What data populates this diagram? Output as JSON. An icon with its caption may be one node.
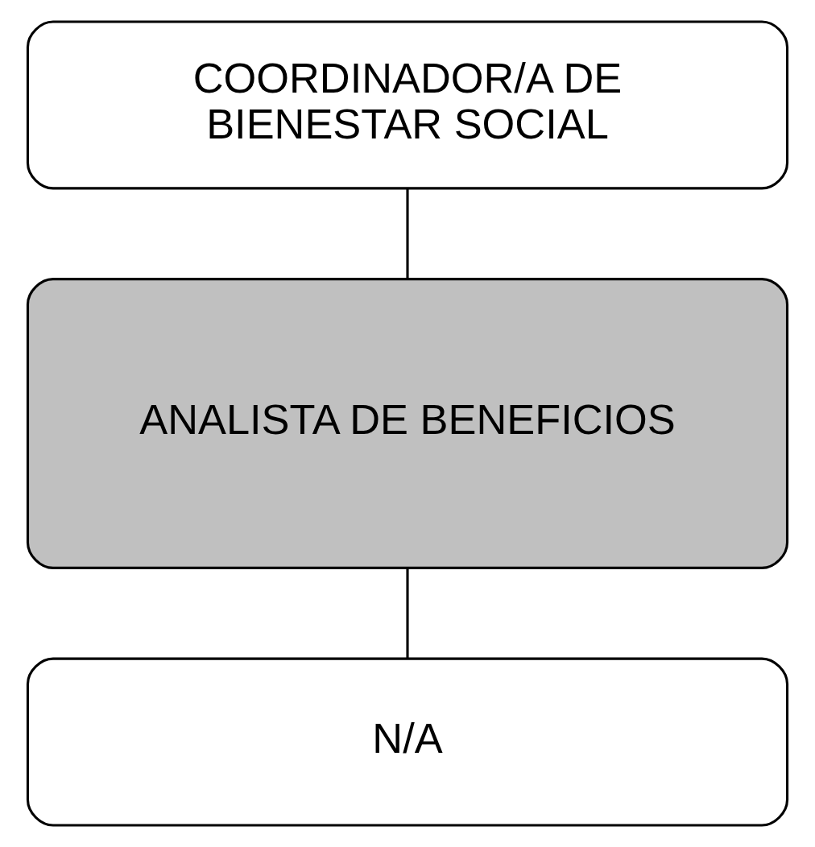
{
  "diagram": {
    "nodes": [
      {
        "text": [
          "COORDINADOR/A DE BIENESTAR SOCIAL"
        ]
      },
      {
        "text": [
          "ANALISTA DE BENEFICIOS"
        ]
      },
      {
        "text": [
          "N/A"
        ]
      }
    ],
    "edges": [
      {
        "from": 0,
        "to": 1,
        "arrow": "none"
      },
      {
        "from": 1,
        "to": 2,
        "arrow": "none"
      }
    ]
  }
}
